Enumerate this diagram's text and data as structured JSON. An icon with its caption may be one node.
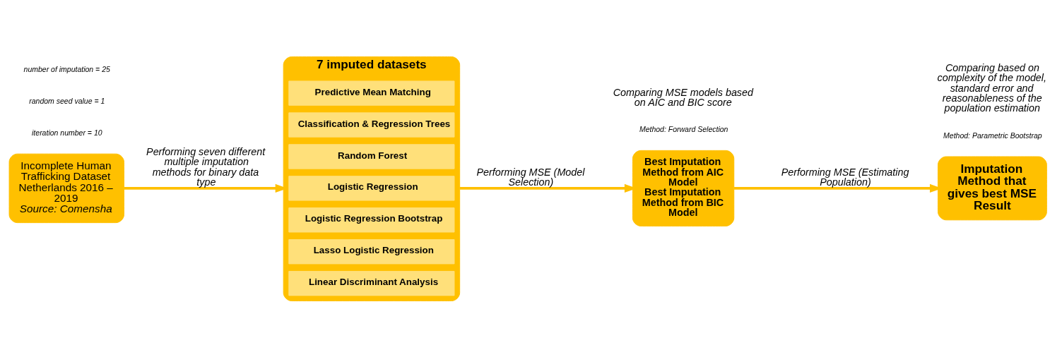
{
  "diagram": {
    "nodes": [
      {
        "text": [
          "Incomplete Human Trafficking Dataset Netherlands 2016 – 2019",
          "Source: Comensha"
        ]
      },
      {
        "text": [
          "7 imputed datasets"
        ]
      },
      {
        "text": [
          "Predictive Mean Matching"
        ],
        "in": 1
      },
      {
        "text": [
          "Classification & Regression Trees"
        ],
        "in": 1
      },
      {
        "text": [
          "Random Forest"
        ],
        "in": 1
      },
      {
        "text": [
          "Logistic Regression"
        ],
        "in": 1
      },
      {
        "text": [
          "Logistic Regression Bootstrap"
        ],
        "in": 1
      },
      {
        "text": [
          "Lasso Logistic Regression"
        ],
        "in": 1
      },
      {
        "text": [
          "Linear Discriminant Analysis"
        ],
        "in": 1
      },
      {
        "text": [
          "Best Imputation Method from AIC Model",
          "Best Imputation Method from BIC Model"
        ]
      },
      {
        "text": [
          "Imputation Method that gives best MSE Result"
        ]
      }
    ],
    "edges": [
      {
        "from": 0,
        "to": 1,
        "arrow": "to",
        "label": "Performing seven different multiple imputation methods for binary data type"
      },
      {
        "from": 1,
        "to": 9,
        "arrow": "to",
        "label": "Performing MSE (Model Selection)"
      },
      {
        "from": 9,
        "to": 10,
        "arrow": "to",
        "label": "Performing MSE (Estimating Population)"
      }
    ],
    "labels": [
      "iteration number = 10",
      "random seed value = 1",
      "number of imputation = 25",
      "Method: Forward Selection",
      "Comparing MSE models based on AIC and BIC score",
      "Method: Parametric Bootstrap",
      "Comparing based on complexity of the model, standard error and reasonableness of the population estimation"
    ]
  }
}
